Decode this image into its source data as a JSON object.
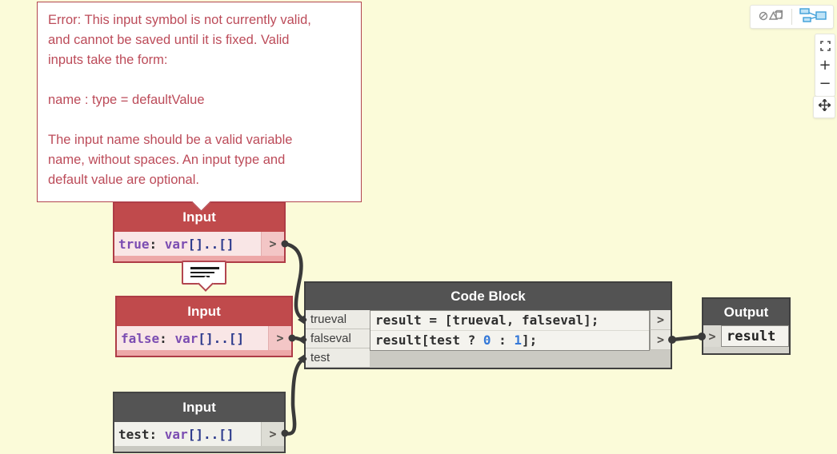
{
  "canvas": {
    "background": "#FBFBD9"
  },
  "error_tooltip": {
    "text": "Error: This input symbol is not currently valid,\nand cannot be saved until it is fixed. Valid\ninputs take the form:\n\nname : type = defaultValue\n\nThe input name should be a valid variable\nname, without spaces. An input type and\ndefault value are optional."
  },
  "nodes": {
    "input_true": {
      "title": "Input",
      "tokens": [
        [
          "kw",
          "true"
        ],
        [
          "pl",
          ": "
        ],
        [
          "kw",
          "var"
        ],
        [
          "br",
          "[]..[]"
        ]
      ],
      "port_out": ">"
    },
    "input_false": {
      "title": "Input",
      "tokens": [
        [
          "kw",
          "false"
        ],
        [
          "pl",
          ": "
        ],
        [
          "kw",
          "var"
        ],
        [
          "br",
          "[]..[]"
        ]
      ],
      "port_out": ">"
    },
    "input_test": {
      "title": "Input",
      "tokens": [
        [
          "pl",
          "test: "
        ],
        [
          "kw",
          "var"
        ],
        [
          "br",
          "[]..[]"
        ]
      ],
      "port_out": ">"
    },
    "code_block": {
      "title": "Code Block",
      "inputs": [
        "trueval",
        "falseval",
        "test"
      ],
      "lines": [
        [
          [
            "pl",
            "result = [trueval, falseval];"
          ]
        ],
        [
          [
            "pl",
            "result[test ? "
          ],
          [
            "num",
            "0"
          ],
          [
            "pl",
            " : "
          ],
          [
            "num",
            "1"
          ],
          [
            "pl",
            "];"
          ]
        ]
      ],
      "port_out": ">"
    },
    "output": {
      "title": "Output",
      "port_in": ">",
      "value": "result"
    }
  },
  "zoom_controls": {
    "zoom_in": "+",
    "zoom_out": "−"
  },
  "colors": {
    "error_header": "#C04A4C",
    "error_border": "#AE3C46",
    "error_body": "#F9E6E6",
    "normal_header": "#545454",
    "wire": "#3A3A3A",
    "keyword_purple": "#7C4DB2",
    "bracket_blue": "#2C3A8C",
    "number_blue": "#3579D8",
    "active_view_blue": "#3E9FD9",
    "error_text": "#BC4B59"
  }
}
